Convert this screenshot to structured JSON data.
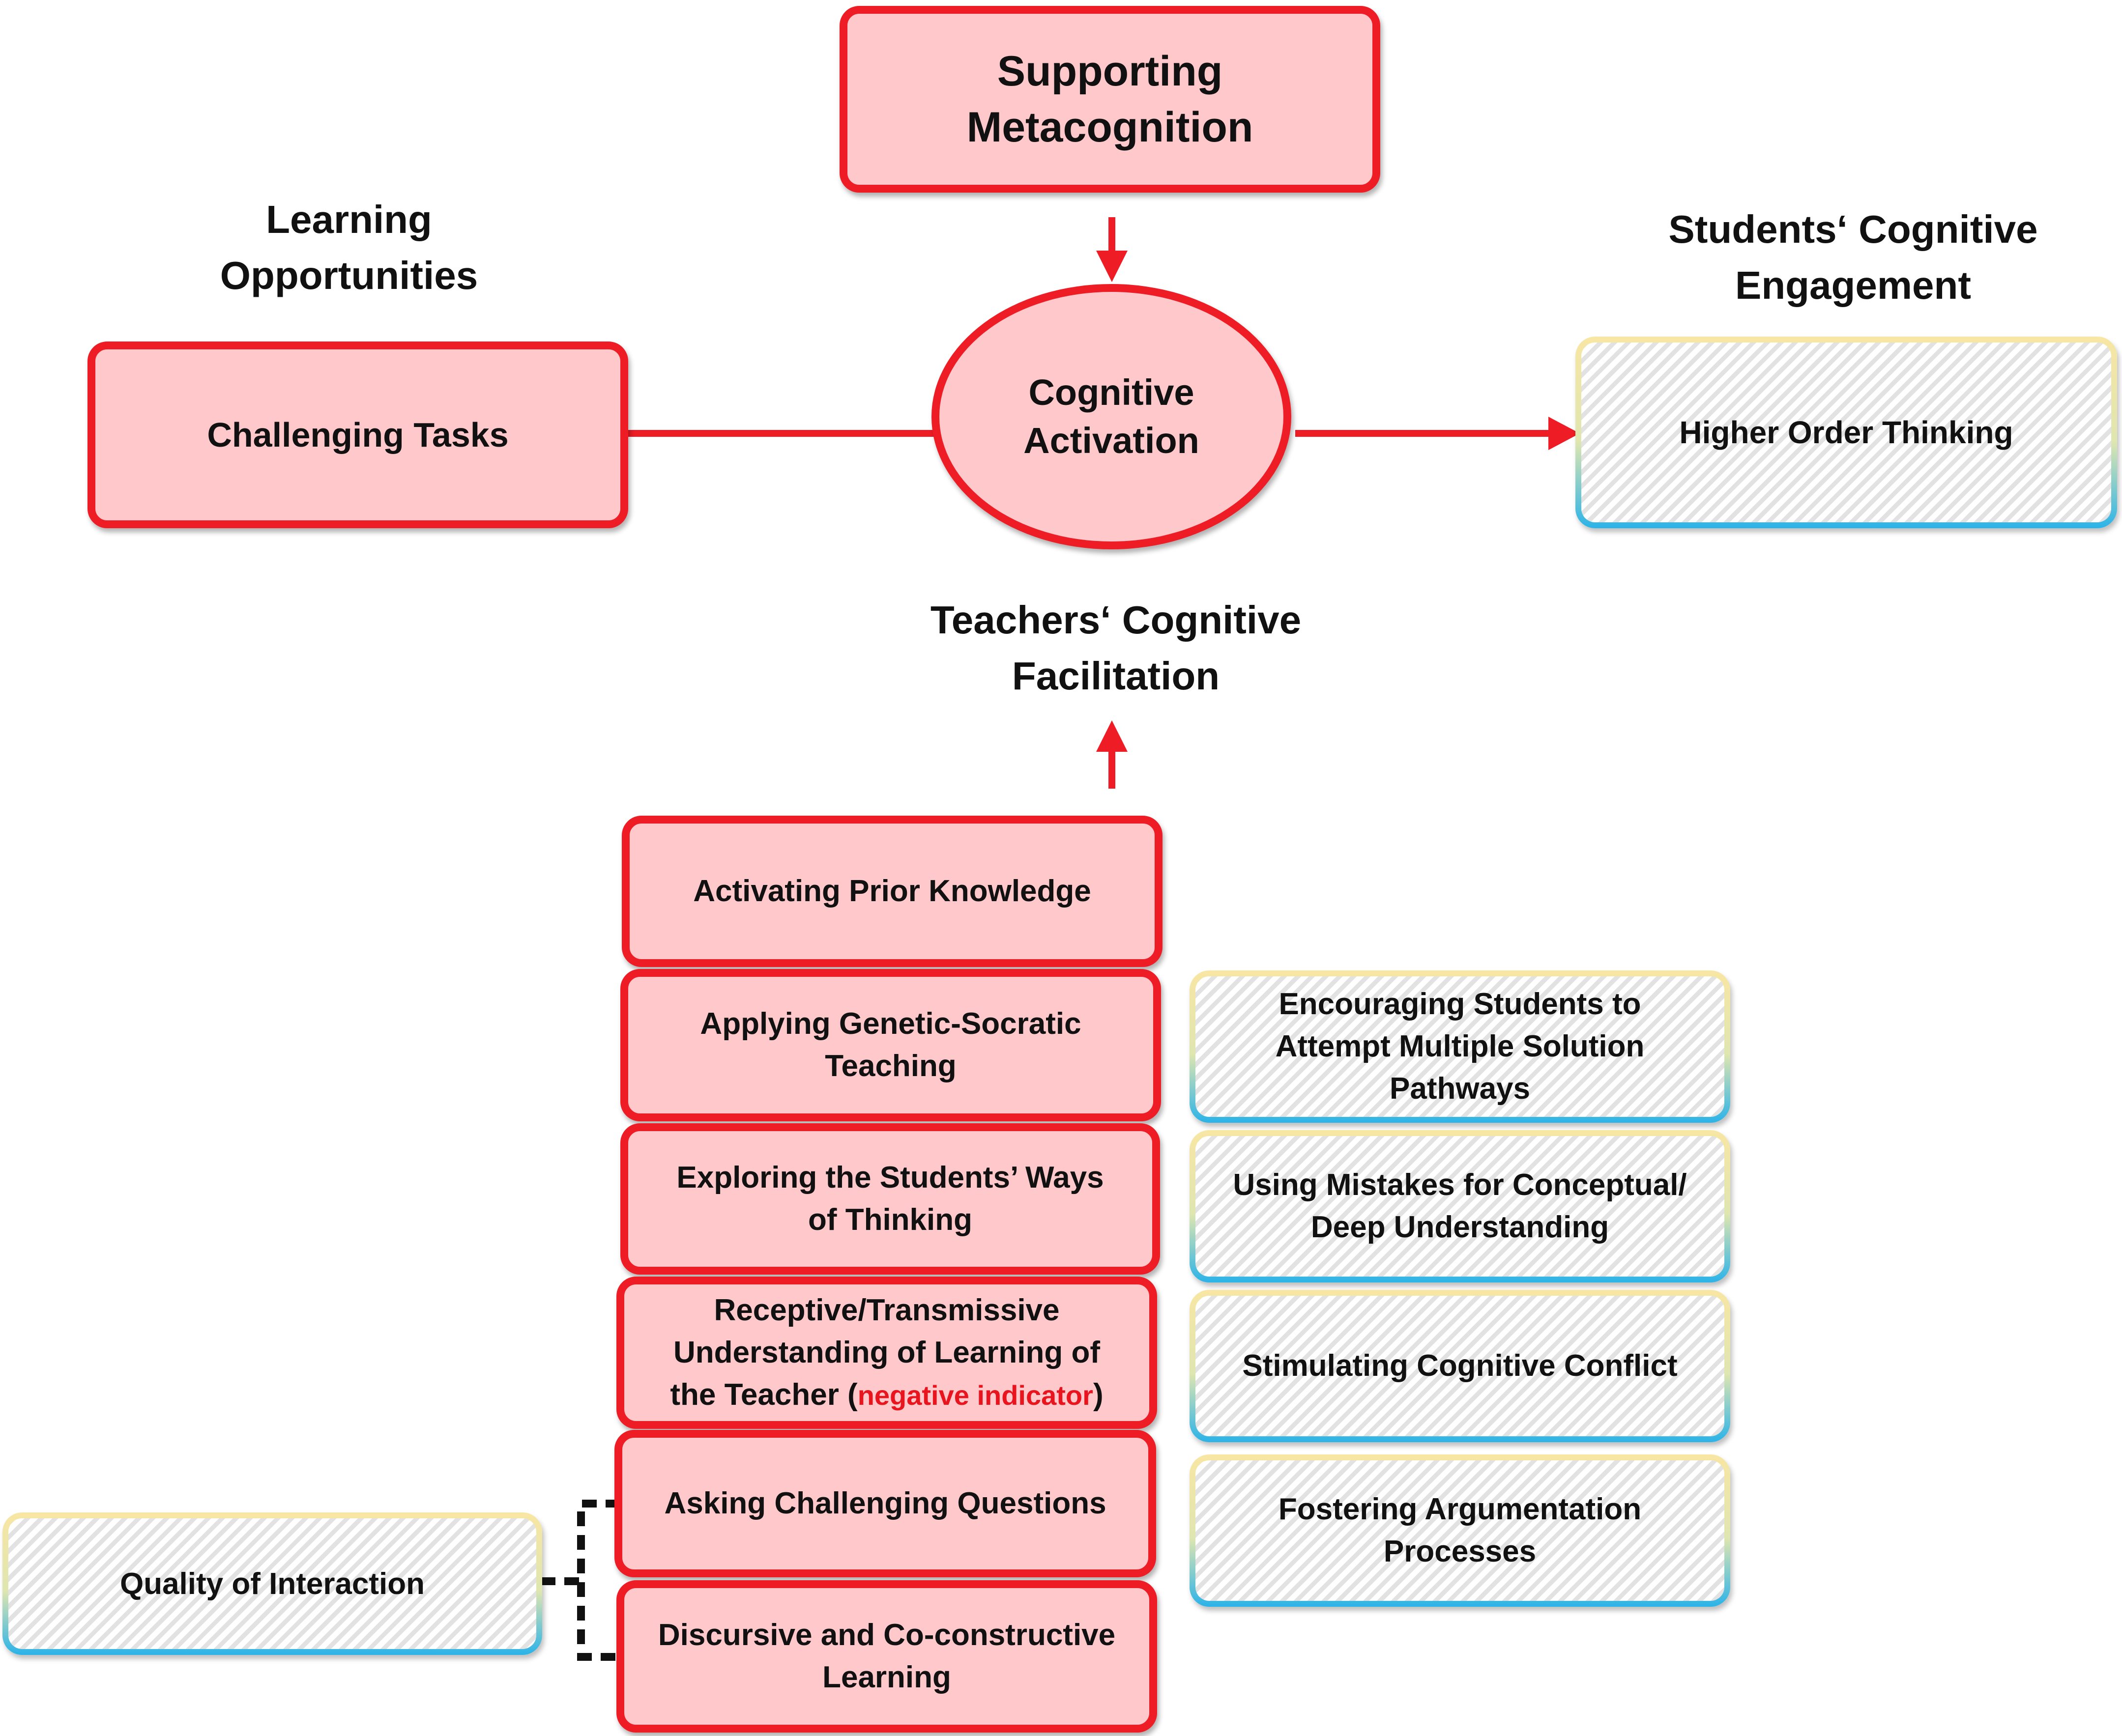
{
  "headings": {
    "supporting_metacognition": "Supporting\nMetacognition",
    "learning_opportunities": "Learning\nOpportunities",
    "students_cognitive_engagement": "Students‘ Cognitive\nEngagement",
    "teachers_cognitive_facilitation": "Teachers‘ Cognitive\nFacilitation"
  },
  "center": {
    "cognitive_activation": "Cognitive\nActivation"
  },
  "boxes": {
    "challenging_tasks": "Challenging Tasks",
    "higher_order_thinking": "Higher Order Thinking",
    "quality_of_interaction": "Quality of Interaction"
  },
  "facilitation_indicators": {
    "activating_prior_knowledge": "Activating Prior Knowledge",
    "genetic_socratic": "Applying Genetic-Socratic\nTeaching",
    "exploring_thinking": "Exploring the Students’ Ways\nof Thinking",
    "receptive_transmissive": "Receptive/Transmissive\nUnderstanding of Learning of\nthe Teacher (",
    "negative_indicator": "negative indicator",
    "closing_paren": ")",
    "asking_challenging_questions": "Asking Challenging Questions",
    "discursive_learning": "Discursive and Co-constructive\nLearning"
  },
  "engagement_indicators": {
    "multiple_solution_pathways": "Encouraging Students to\nAttempt Multiple Solution\nPathways",
    "using_mistakes": "Using Mistakes for Conceptual/\nDeep Understanding",
    "cognitive_conflict": "Stimulating Cognitive Conflict",
    "argumentation": "Fostering Argumentation\nProcesses"
  },
  "colors": {
    "red_border": "#ee1c25",
    "red_fill": "#ffc9cc",
    "negative_text": "#e8141e",
    "gradient_top": "#f8e6a3",
    "gradient_bottom": "#2bb3e8"
  }
}
